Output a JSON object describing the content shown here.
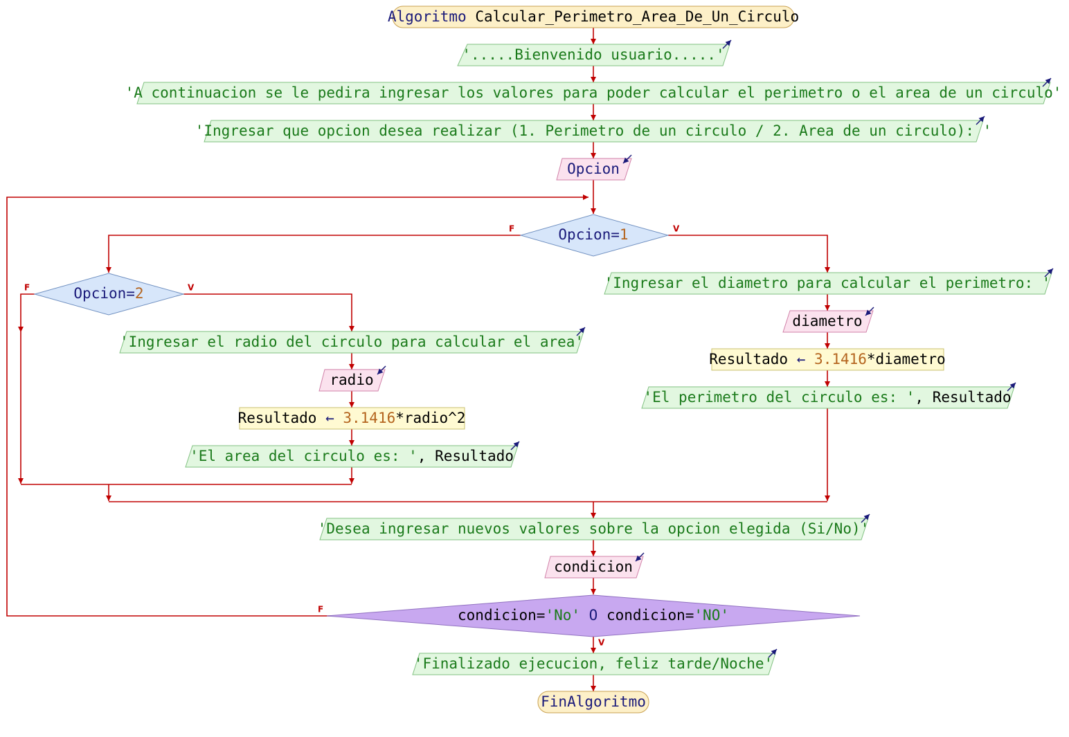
{
  "diagram": {
    "start": {
      "kw": "Algoritmo",
      "name": "Calcular_Perimetro_Area_De_Un_Circulo"
    },
    "out_welcome": "'.....Bienvenido usuario.....'",
    "out_intro": "'A continuacion se le pedira ingresar los valores para poder calcular el perimetro o el area de un circulo'",
    "out_ask_option": "'Ingresar que opcion desea realizar (1. Perimetro de un circulo / 2. Area de un circulo): '",
    "in_option": "Opcion",
    "dec1": {
      "var": "Opcion",
      "op": "=",
      "val": "1"
    },
    "dec2": {
      "var": "Opcion",
      "op": "=",
      "val": "2"
    },
    "out_ask_diam": "'Ingresar el diametro para calcular el perimetro: '",
    "in_diam": "diametro",
    "assign_perim": {
      "lhs": "Resultado",
      "arrow": "←",
      "num": "3.1416",
      "rest": "*diametro"
    },
    "out_perim": {
      "str": "'El perimetro del circulo es: '",
      "rest": ", Resultado"
    },
    "out_ask_radio": "'Ingresar el radio del circulo para calcular el area'",
    "in_radio": "radio",
    "assign_area": {
      "lhs": "Resultado",
      "arrow": "←",
      "num": "3.1416",
      "rest": "*radio^2"
    },
    "out_area": {
      "str": "'El area del circulo es: '",
      "rest": ", Resultado"
    },
    "out_ask_new": "'Desea ingresar nuevos valores sobre la opcion elegida (Si/No)'",
    "in_cond": "condicion",
    "dec_loop": {
      "a": "condicion=",
      "b": "'No'",
      "c": " O ",
      "d": "condicion=",
      "e": "'NO'"
    },
    "out_end": "'Finalizado ejecucion, feliz tarde/Noche'",
    "end": "FinAlgoritmo",
    "labels": {
      "true": "V",
      "false": "F"
    }
  },
  "colors": {
    "flow": "#c00000",
    "terminal_fill": "#fdf0c8",
    "output_fill": "#e2f7e0",
    "input_fill": "#fbe2ee",
    "process_fill": "#fffad2",
    "decision_fill": "#d7e6fa",
    "loop_decision_fill": "#c8a8f0"
  }
}
